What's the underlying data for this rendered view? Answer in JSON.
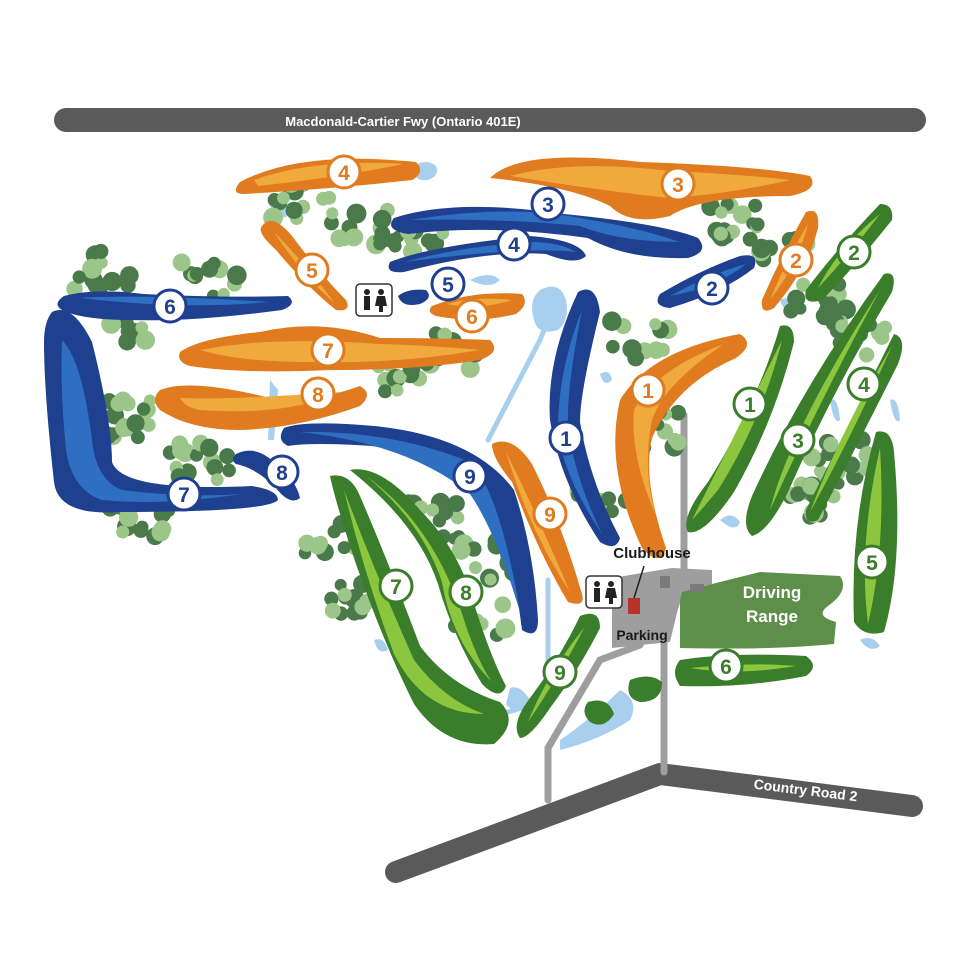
{
  "roads": {
    "highway": "Macdonald-Cartier Fwy (Ontario 401E)",
    "county": "Country Road 2"
  },
  "facilities": {
    "clubhouse": "Clubhouse",
    "parking": "Parking",
    "driving_range_line1": "Driving",
    "driving_range_line2": "Range"
  },
  "courses": [
    {
      "name": "orange",
      "color": "#e07b1f",
      "holes": [
        "1",
        "2",
        "3",
        "4",
        "5",
        "6",
        "7",
        "8",
        "9"
      ]
    },
    {
      "name": "blue",
      "color": "#1f3f8f",
      "holes": [
        "1",
        "2",
        "3",
        "4",
        "5",
        "6",
        "7",
        "8",
        "9"
      ]
    },
    {
      "name": "green",
      "color": "#3a7d2a",
      "holes": [
        "1",
        "2",
        "3",
        "4",
        "5",
        "6",
        "7",
        "8",
        "9"
      ]
    }
  ],
  "icons": {
    "restroom": "restroom-icon",
    "clubhouse": "clubhouse-icon"
  },
  "colors": {
    "orange_rough": "#e07b1f",
    "orange_fairway": "#f0a93c",
    "blue_rough": "#1f3f8f",
    "blue_fairway": "#2f6fc1",
    "green_rough": "#3a7d2a",
    "green_fairway": "#8cc63f",
    "water": "#a8cfee",
    "tree_dark": "#4a7a4a",
    "tree_light": "#9cc58a",
    "road": "#5a5a5a",
    "path": "#9e9e9e",
    "driving_range": "#5d8f4a"
  }
}
